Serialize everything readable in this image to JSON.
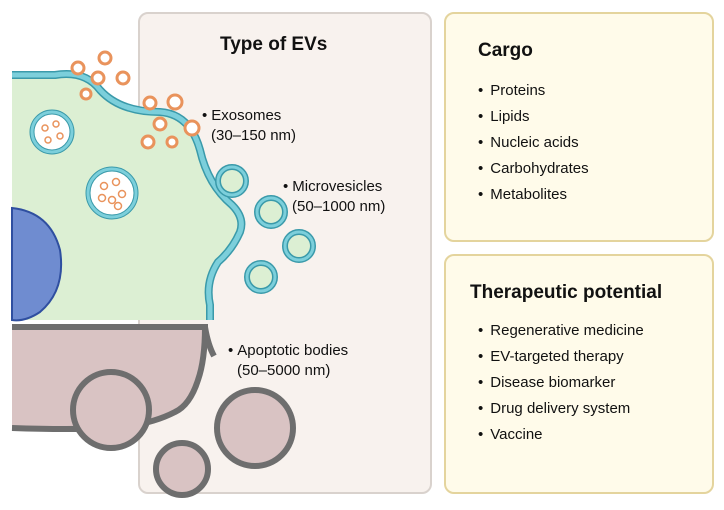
{
  "types": {
    "title": "Type of EVs",
    "exosomes": {
      "name": "Exosomes",
      "size": "(30–150 nm)"
    },
    "microvesicles": {
      "name": "Microvesicles",
      "size": "(50–1000 nm)"
    },
    "apoptotic": {
      "name": "Apoptotic bodies",
      "size": "(50–5000 nm)"
    }
  },
  "cargo": {
    "title": "Cargo",
    "items": [
      "Proteins",
      "Lipids",
      "Nucleic acids",
      "Carbohydrates",
      "Metabolites"
    ]
  },
  "therapeutic": {
    "title": "Therapeutic potential",
    "items": [
      "Regenerative medicine",
      "EV-targeted therapy",
      "Disease biomarker",
      "Drug delivery system",
      "Vaccine"
    ]
  },
  "colors": {
    "cell_fill": "#dcefd3",
    "membrane": "#7ccfdb",
    "membrane_edge": "#3a9aaa",
    "nucleus": "#6f8cd0",
    "exosome": "#e9935c",
    "apoptotic_fill": "#d9c3c3",
    "apoptotic_edge": "#6e6e6e",
    "types_panel": "#f8f2ee",
    "cargo_panel": "#fffbea"
  }
}
